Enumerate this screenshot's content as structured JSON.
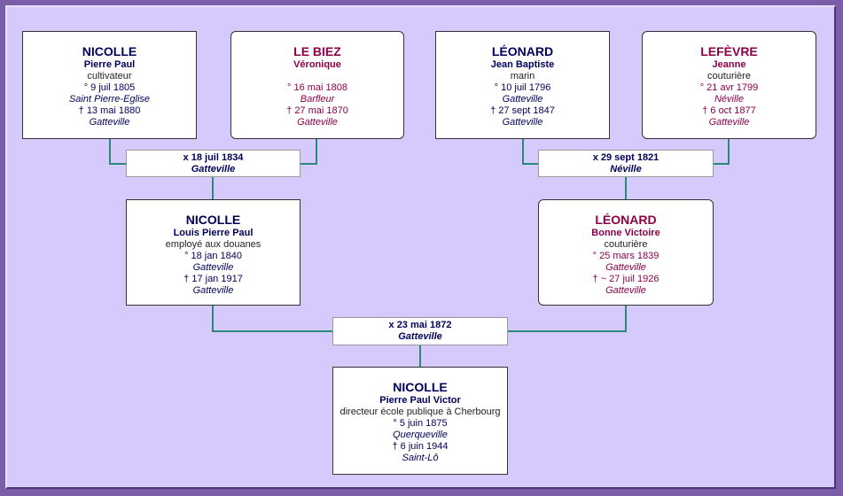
{
  "persons": {
    "p1": {
      "surname": "NICOLLE",
      "given": "Pierre Paul",
      "occupation": "cultivateur",
      "birth": "° 9 juil 1805",
      "birth_place": "Saint Pierre-Eglise",
      "death": "† 13 mai 1880",
      "death_place": "Gatteville"
    },
    "p2": {
      "surname": "LE BIEZ",
      "given": "Véronique",
      "occupation": "",
      "birth": "° 16 mai 1808",
      "birth_place": "Barfleur",
      "death": "† 27 mai 1870",
      "death_place": "Gatteville"
    },
    "p3": {
      "surname": "LÉONARD",
      "given": "Jean Baptiste",
      "occupation": "marin",
      "birth": "° 10 juil 1796",
      "birth_place": "Gatteville",
      "death": "† 27 sept 1847",
      "death_place": "Gatteville"
    },
    "p4": {
      "surname": "LEFÈVRE",
      "given": "Jeanne",
      "occupation": "couturière",
      "birth": "° 21 avr 1799",
      "birth_place": "Néville",
      "death": "† 6 oct 1877",
      "death_place": "Gatteville"
    },
    "p5": {
      "surname": "NICOLLE",
      "given": "Louis Pierre Paul",
      "occupation": "employé aux douanes",
      "birth": "° 18 jan 1840",
      "birth_place": "Gatteville",
      "death": "† 17 jan 1917",
      "death_place": "Gatteville"
    },
    "p6": {
      "surname": "LÉONARD",
      "given": "Bonne Victoire",
      "occupation": "couturière",
      "birth": "° 25 mars 1839",
      "birth_place": "Gatteville",
      "death": "† ~ 27 juil 1926",
      "death_place": "Gatteville"
    },
    "p7": {
      "surname": "NICOLLE",
      "given": "Pierre Paul Victor",
      "occupation": "directeur école publique à Cherbourg",
      "birth": "° 5 juin 1875",
      "birth_place": "Querqueville",
      "death": "† 6 juin 1944",
      "death_place": "Saint-Lô"
    }
  },
  "marriages": {
    "m1": {
      "date": "x 18 juil 1834",
      "place": "Gatteville"
    },
    "m2": {
      "date": "x 29 sept 1821",
      "place": "Néville"
    },
    "m3": {
      "date": "x 23 mai 1872",
      "place": "Gatteville"
    }
  },
  "colors": {
    "male": "#00005a",
    "female": "#8c0048",
    "connector": "#2a8a7a",
    "background": "#d6cafd",
    "frame": "#7a5fa8"
  }
}
